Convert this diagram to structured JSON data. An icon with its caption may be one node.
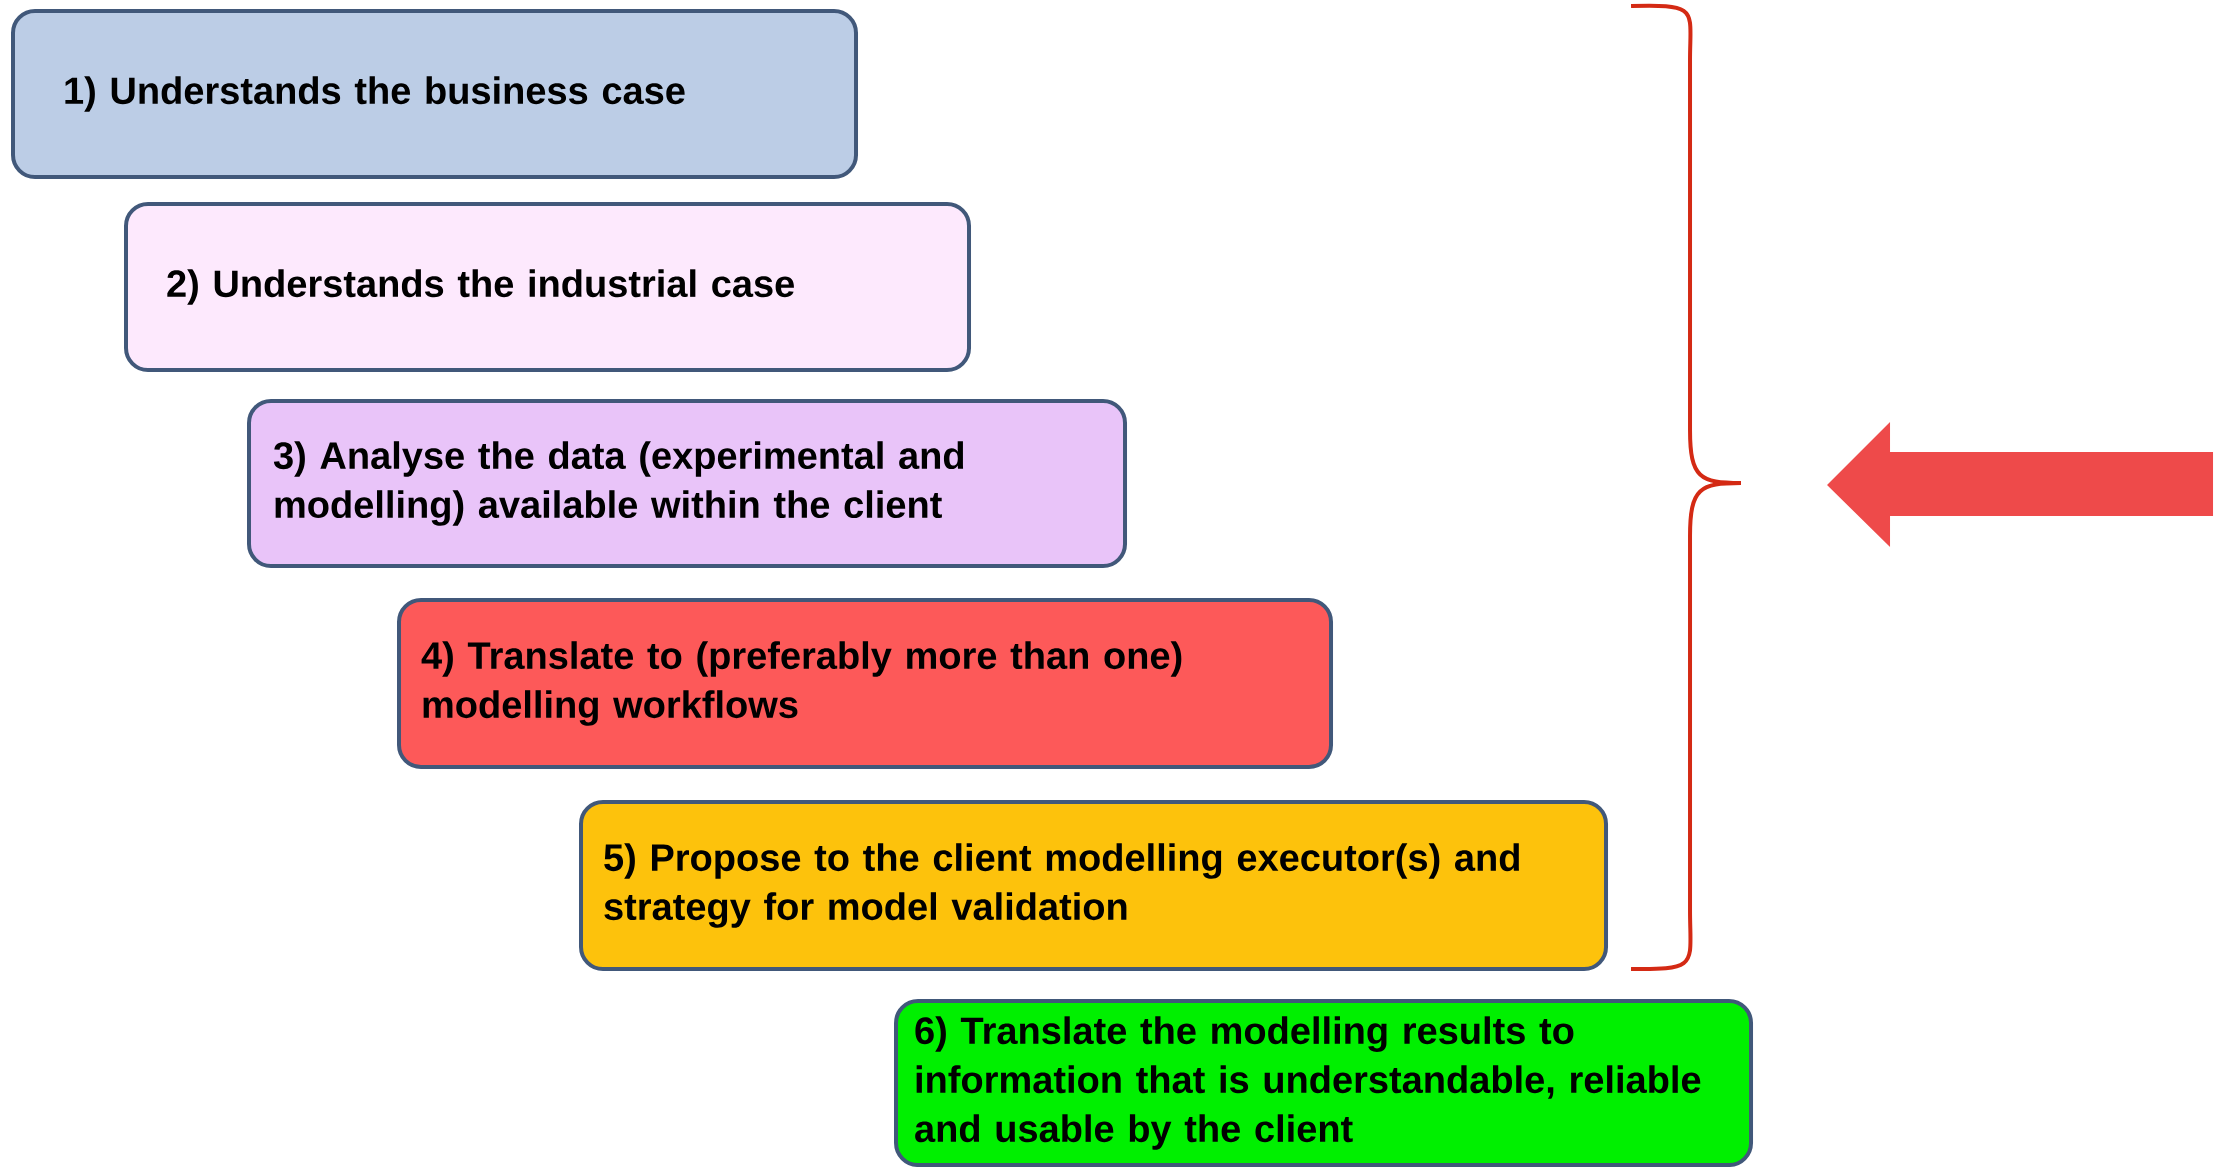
{
  "diagram": {
    "nodes": [
      {
        "text": [
          "1) Understands the business case"
        ]
      },
      {
        "text": [
          "2) Understands the industrial case"
        ]
      },
      {
        "text": [
          "3) Analyse the data (experimental and modelling) available within the client"
        ]
      },
      {
        "text": [
          "4) Translate to (preferably more than one) modelling workflows"
        ]
      },
      {
        "text": [
          "5) Propose to the client modelling executor(s) and strategy for model validation"
        ]
      },
      {
        "text": [
          "6) Translate the modelling results to information that is understandable, reliable and usable by the client"
        ]
      }
    ]
  }
}
